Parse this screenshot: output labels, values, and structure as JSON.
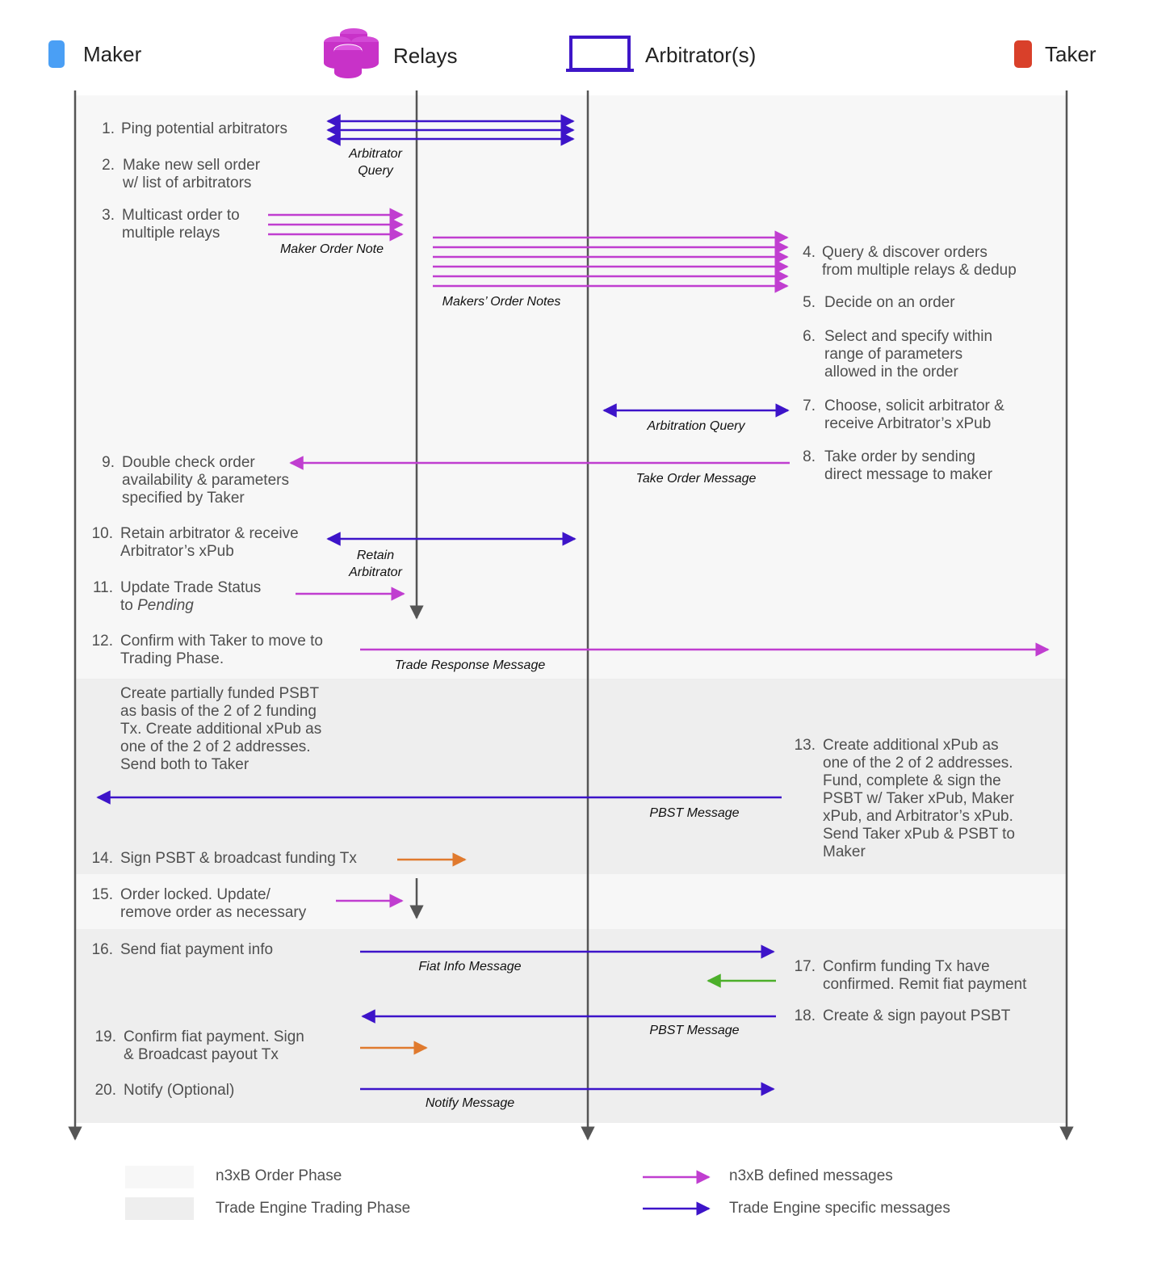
{
  "participants": {
    "maker": "Maker",
    "relays": "Relays",
    "arbitrators": "Arbitrator(s)",
    "taker": "Taker"
  },
  "colors": {
    "maker": "#4a9ff5",
    "relays": "#c832c8",
    "arbitrator": "#3e16c8",
    "taker": "#d9402a",
    "n3xb_message": "#c03ed0",
    "engine_message": "#3d14c9",
    "broadcast": "#e07a2e",
    "confirm": "#4caf2a",
    "order_phase_bg": "#f7f7f7",
    "trading_phase_bg": "#eeeeee",
    "lifeline": "#555555"
  },
  "steps": {
    "s1": {
      "num": "1.",
      "lines": [
        "Ping potential arbitrators"
      ]
    },
    "s2": {
      "num": "2.",
      "lines": [
        "Make new sell order",
        "w/ list of arbitrators"
      ]
    },
    "s3": {
      "num": "3.",
      "lines": [
        "Multicast order to",
        "multiple relays"
      ]
    },
    "s4": {
      "num": "4.",
      "lines": [
        "Query & discover orders",
        "from multiple relays & dedup"
      ]
    },
    "s5": {
      "num": "5.",
      "lines": [
        "Decide on an order"
      ]
    },
    "s6": {
      "num": "6.",
      "lines": [
        "Select and specify within",
        "range of parameters",
        "allowed in the order"
      ]
    },
    "s7": {
      "num": "7.",
      "lines": [
        "Choose, solicit arbitrator &",
        "receive Arbitrator’s xPub"
      ]
    },
    "s8": {
      "num": "8.",
      "lines": [
        "Take order by sending",
        "direct message to maker"
      ]
    },
    "s9": {
      "num": "9.",
      "lines": [
        "Double check order",
        "availability & parameters",
        "specified by Taker"
      ]
    },
    "s10": {
      "num": "10.",
      "lines": [
        "Retain arbitrator & receive",
        "Arbitrator’s xPub"
      ]
    },
    "s11": {
      "num": "11.",
      "lines": [
        "Update Trade Status",
        "to "
      ],
      "italic": "Pending"
    },
    "s12": {
      "num": "12.",
      "lines": [
        "Confirm with Taker to move to",
        "Trading Phase."
      ]
    },
    "maker_psbt": {
      "lines": [
        "Create partially funded PSBT",
        "as basis of the 2 of 2 funding",
        "Tx. Create additional xPub as",
        "one of the 2 of 2 addresses.",
        "Send both to Taker"
      ]
    },
    "s13": {
      "num": "13.",
      "lines": [
        "Create additional xPub as",
        "one of the 2 of 2 addresses.",
        "Fund, complete & sign the",
        "PSBT w/ Taker xPub, Maker",
        "xPub, and Arbitrator’s xPub.",
        "Send Taker xPub & PSBT to",
        "Maker"
      ]
    },
    "s14": {
      "num": "14.",
      "lines": [
        "Sign PSBT & broadcast funding Tx"
      ]
    },
    "s15": {
      "num": "15.",
      "lines": [
        "Order locked. Update/",
        "remove order as necessary"
      ]
    },
    "s16": {
      "num": "16.",
      "lines": [
        "Send fiat payment info"
      ]
    },
    "s17": {
      "num": "17.",
      "lines": [
        "Confirm funding Tx have",
        "confirmed. Remit fiat payment"
      ]
    },
    "s18": {
      "num": "18.",
      "lines": [
        "Create & sign payout PSBT"
      ]
    },
    "s19": {
      "num": "19.",
      "lines": [
        "Confirm fiat payment. Sign",
        "& Broadcast payout Tx"
      ]
    },
    "s20": {
      "num": "20.",
      "lines": [
        "Notify (Optional)"
      ]
    }
  },
  "messages": {
    "arbitrator_query": [
      "Arbitrator",
      "Query"
    ],
    "maker_order_note": "Maker Order Note",
    "makers_order_notes": "Makers’ Order Notes",
    "arbitration_query": "Arbitration Query",
    "take_order_message": "Take Order Message",
    "retain_arbitrator": [
      "Retain",
      "Arbitrator"
    ],
    "trade_response_message": "Trade Response Message",
    "pbst_message_1": "PBST Message",
    "fiat_info_message": "Fiat Info Message",
    "pbst_message_2": "PBST Message",
    "notify_message": "Notify Message"
  },
  "legend": {
    "order_phase": "n3xB Order Phase",
    "trading_phase": "Trade Engine Trading Phase",
    "n3xb_messages": "n3xB defined messages",
    "engine_messages": "Trade Engine specific messages"
  }
}
